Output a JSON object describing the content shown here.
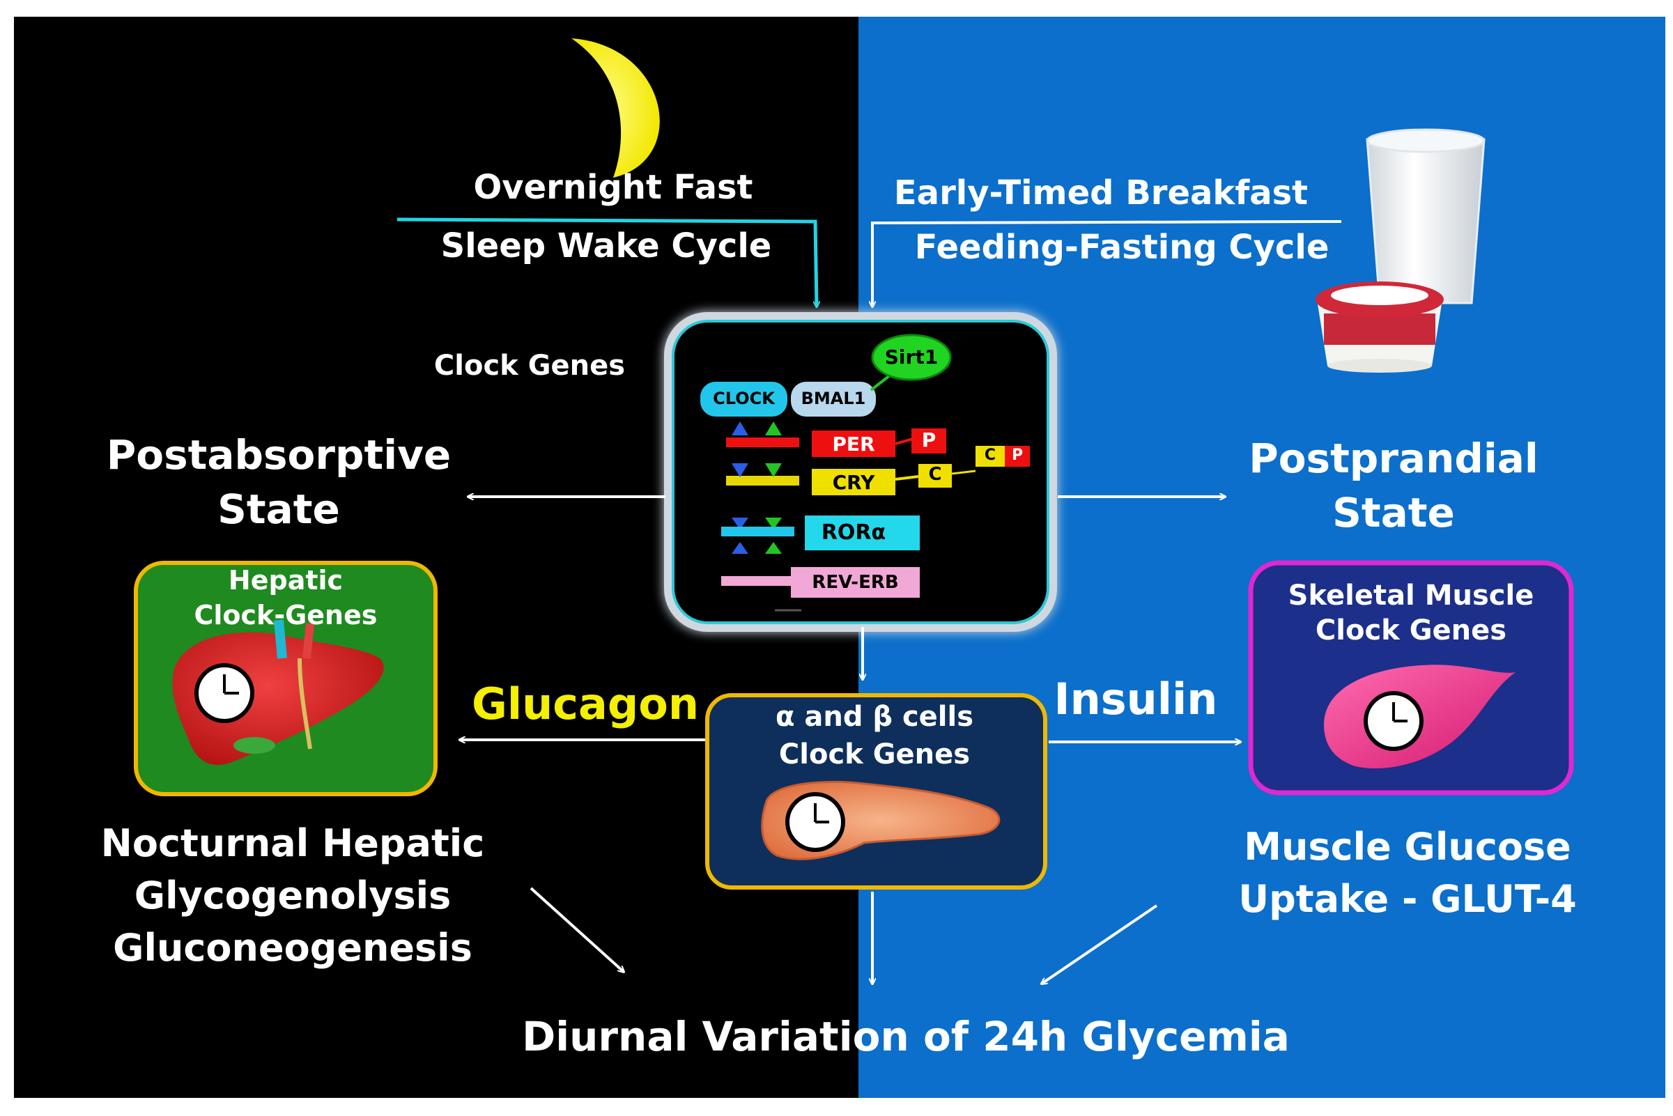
{
  "colors": {
    "night": "#000000",
    "day": "#0b6fcb",
    "arrow_cyan": "#22d4e4",
    "glucagon_yellow": "#f4f000",
    "hepatic_green": "#1f8a1f",
    "box_border_gold": "#f0b800",
    "muscle_border_magenta": "#e028d0",
    "pancreas_navy": "#0e2f5c",
    "muscle_navy": "#1c2f8a"
  },
  "top": {
    "night_line1": "Overnight  Fast",
    "night_line2": "Sleep Wake Cycle",
    "day_line1": "Early-Timed Breakfast",
    "day_line2": "Feeding-Fasting Cycle"
  },
  "clock_genes_label": "Clock Genes",
  "clock_box": {
    "sirt1": "Sirt1",
    "clock": "CLOCK",
    "bmal1": "BMAL1",
    "per": "PER",
    "cry": "CRY",
    "ror": "RORα",
    "reverb": "REV-ERB",
    "p": "P",
    "c": "C"
  },
  "left": {
    "state_line1": "Postabsorptive",
    "state_line2": "State",
    "hepatic_line1": "Hepatic",
    "hepatic_line2": "Clock-Genes",
    "glucagon": "Glucagon",
    "outcome_line1": "Nocturnal Hepatic",
    "outcome_line2": "Glycogenolysis",
    "outcome_line3": "Gluconeogenesis"
  },
  "right": {
    "state_line1": "Postprandial",
    "state_line2": "State",
    "muscle_line1": "Skeletal Muscle",
    "muscle_line2": "Clock Genes",
    "insulin": "Insulin",
    "outcome_line1": "Muscle  Glucose",
    "outcome_line2": "Uptake -  GLUT-4"
  },
  "pancreas": {
    "line1": "α  and  β cells",
    "line2": "Clock Genes"
  },
  "bottom": "Diurnal Variation of 24h Glycemia"
}
